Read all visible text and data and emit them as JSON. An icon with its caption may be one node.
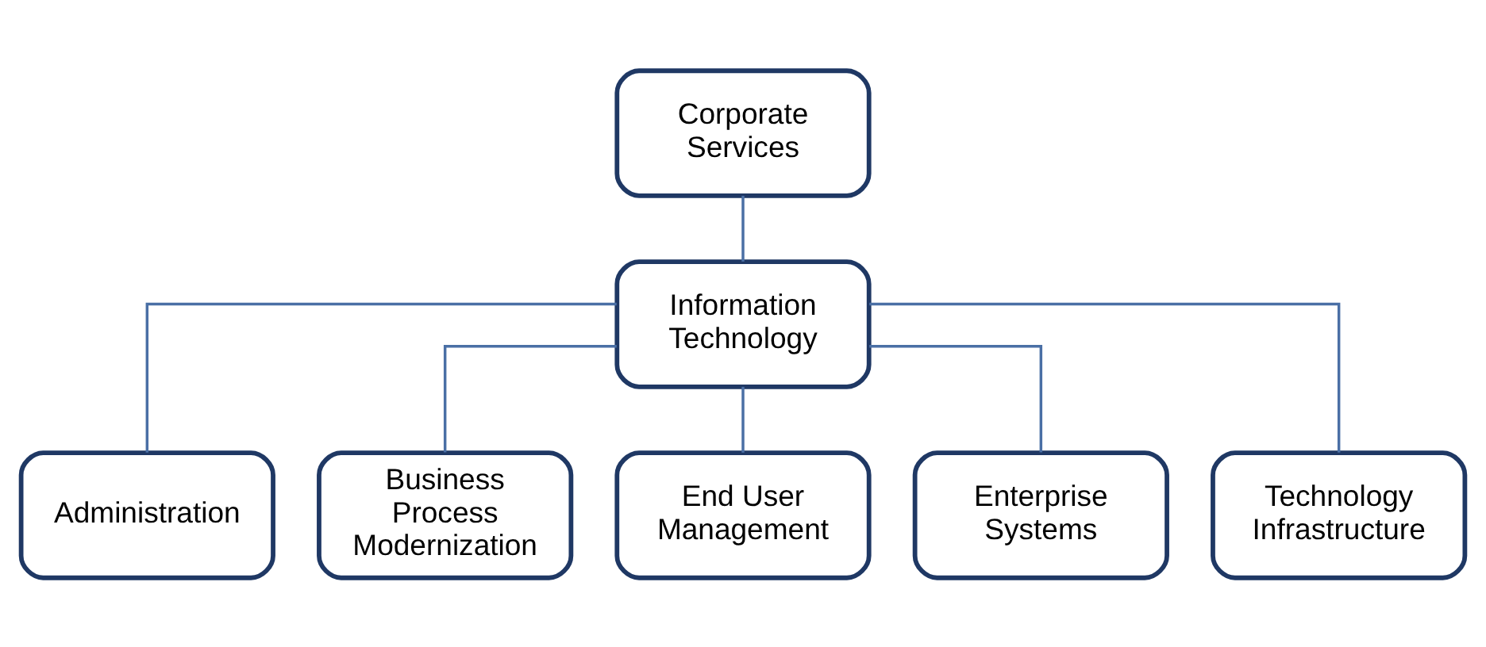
{
  "diagram": {
    "nodes": [
      {
        "text": [
          "Corporate Services"
        ]
      },
      {
        "text": [
          "Information Technology"
        ]
      },
      {
        "text": [
          "Administration"
        ]
      },
      {
        "text": [
          "Business Process Modernization"
        ]
      },
      {
        "text": [
          "End User Management"
        ]
      },
      {
        "text": [
          "Enterprise Systems"
        ]
      },
      {
        "text": [
          "Technology Infrastructure"
        ]
      }
    ],
    "edges": [
      {
        "from": 0,
        "to": 1,
        "arrow": "none"
      },
      {
        "from": 1,
        "to": 2,
        "arrow": "none"
      },
      {
        "from": 1,
        "to": 3,
        "arrow": "none"
      },
      {
        "from": 1,
        "to": 4,
        "arrow": "none"
      },
      {
        "from": 1,
        "to": 5,
        "arrow": "none"
      },
      {
        "from": 1,
        "to": 6,
        "arrow": "none"
      }
    ]
  }
}
